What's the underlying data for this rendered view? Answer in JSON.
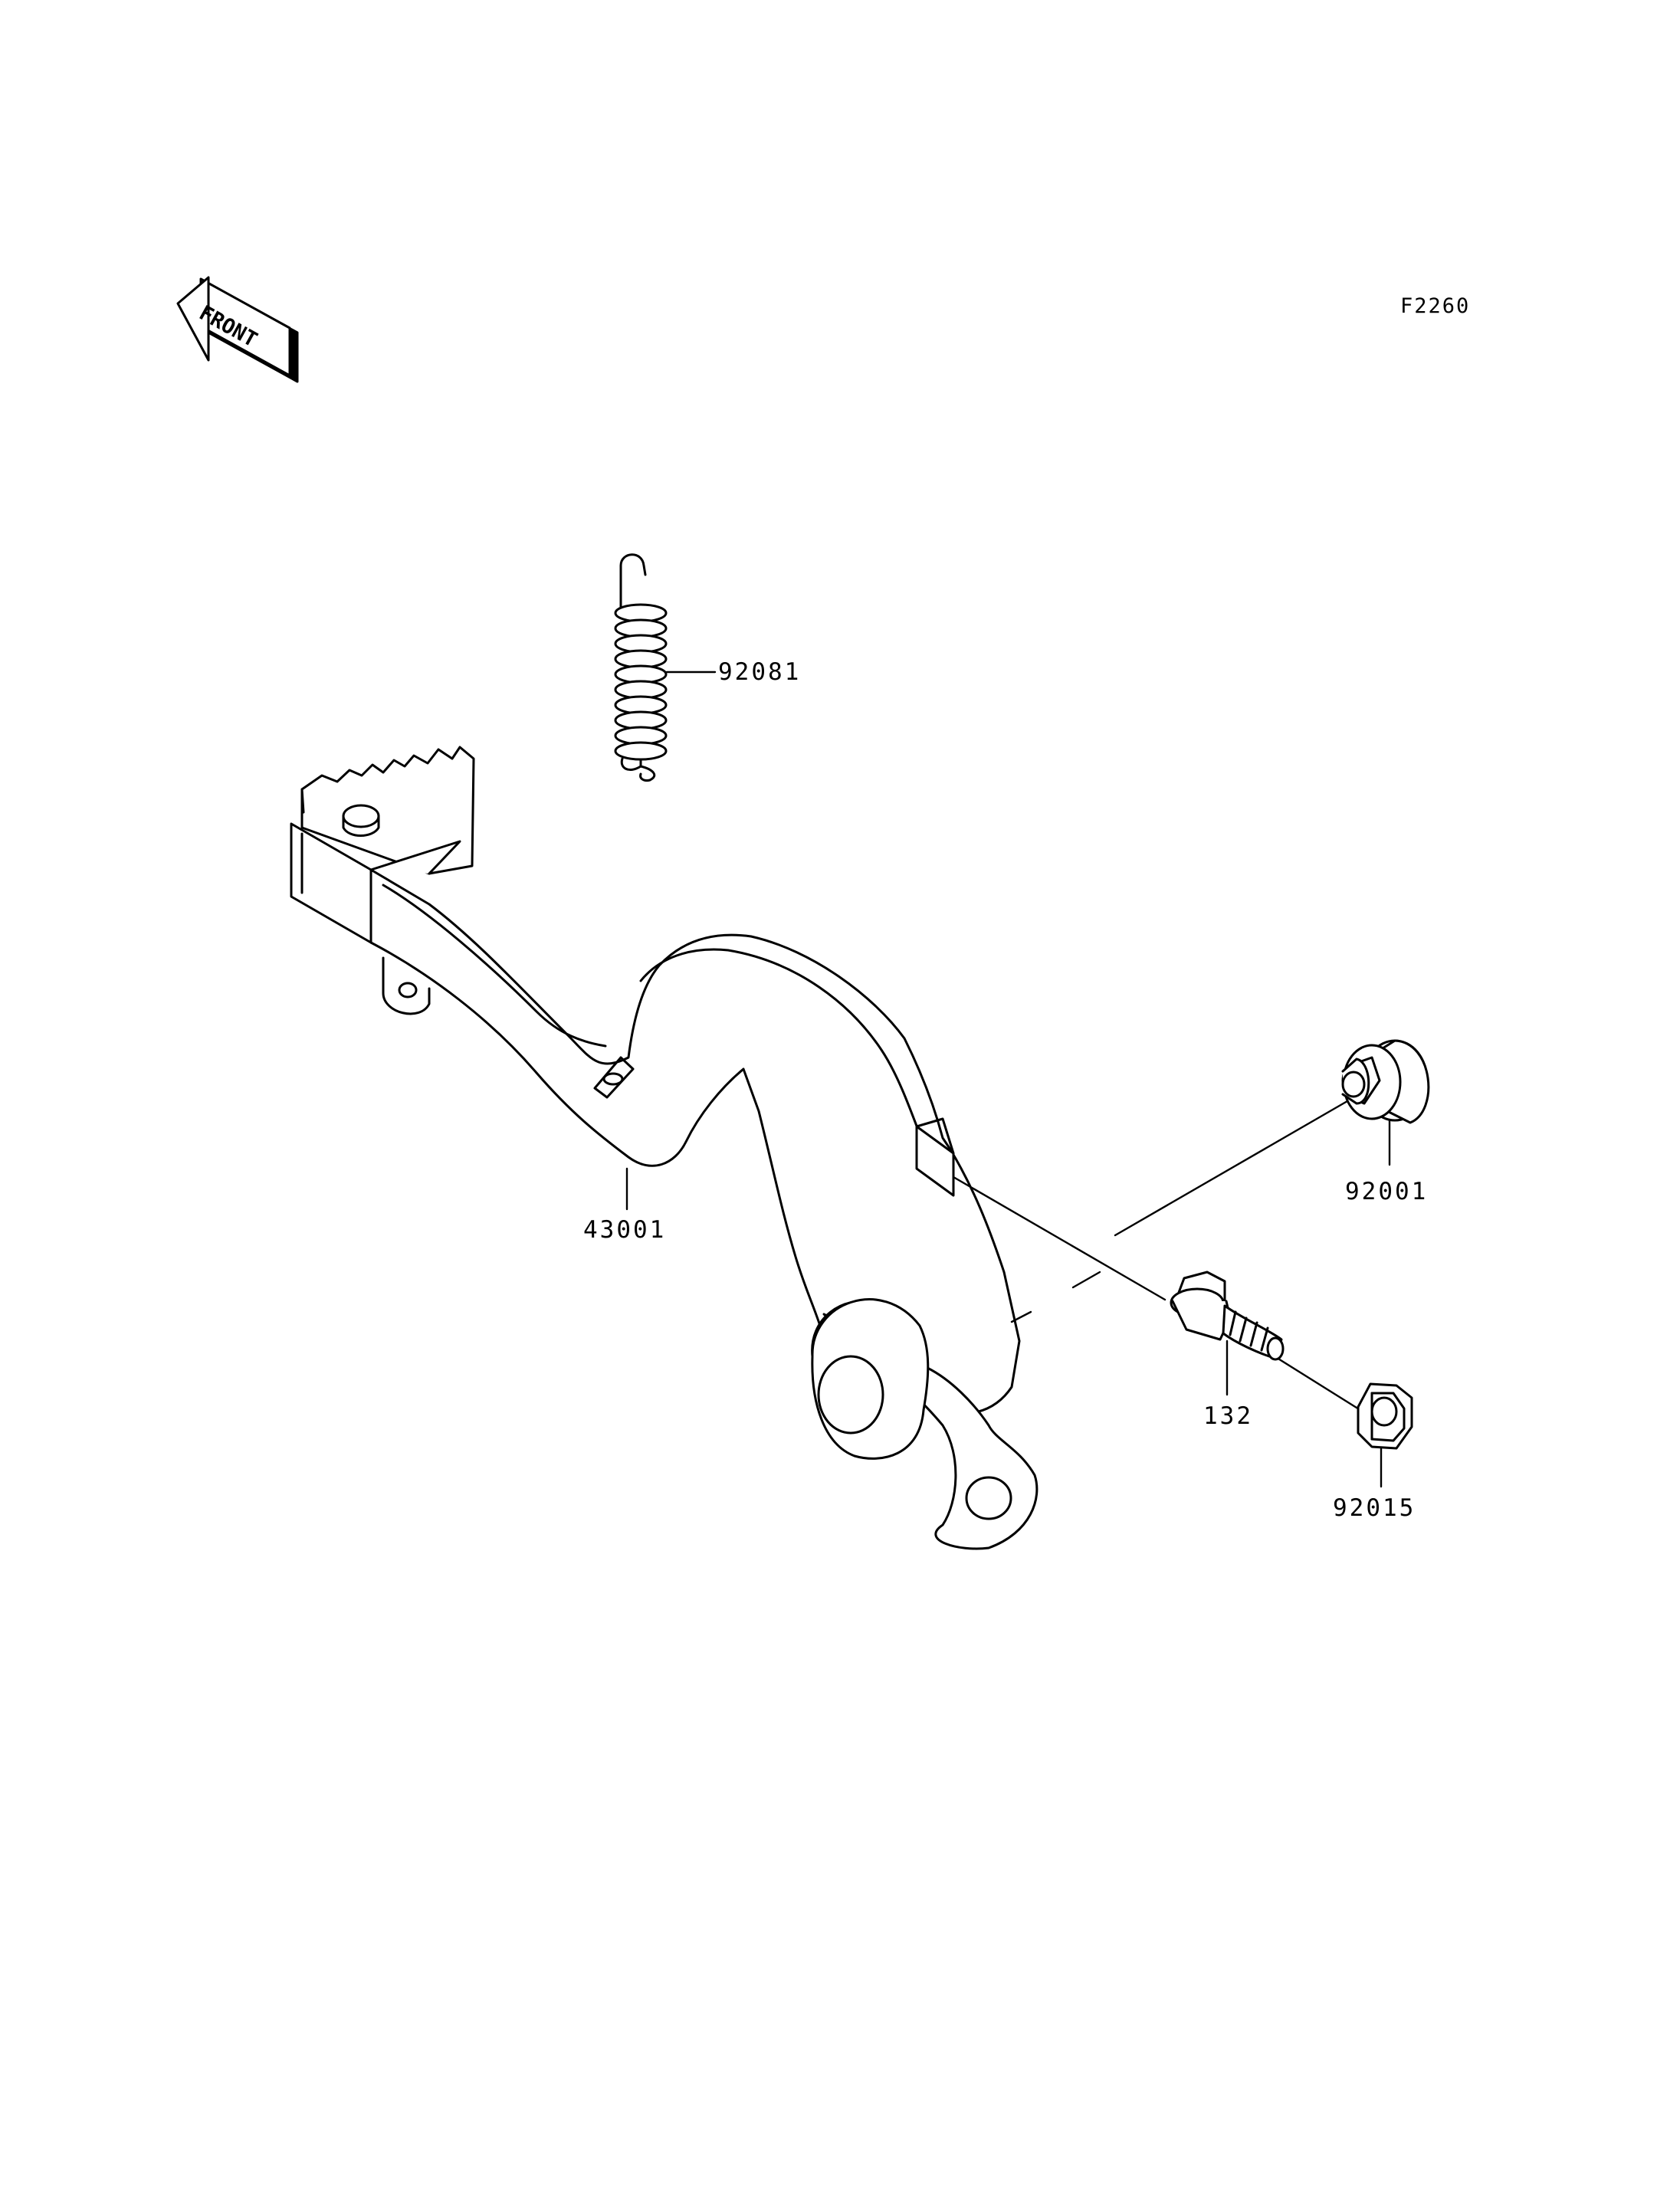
{
  "figure_code": "F2260",
  "front_arrow": {
    "label": "FRONT",
    "icon": "front-direction-arrow-icon"
  },
  "callouts": [
    {
      "id": "spring",
      "label": "92081"
    },
    {
      "id": "pedal",
      "label": "43001"
    },
    {
      "id": "collar",
      "label": "92001"
    },
    {
      "id": "bolt",
      "label": "132"
    },
    {
      "id": "nut",
      "label": "92015"
    }
  ],
  "colors": {
    "ink": "#000000",
    "paper": "#ffffff"
  }
}
